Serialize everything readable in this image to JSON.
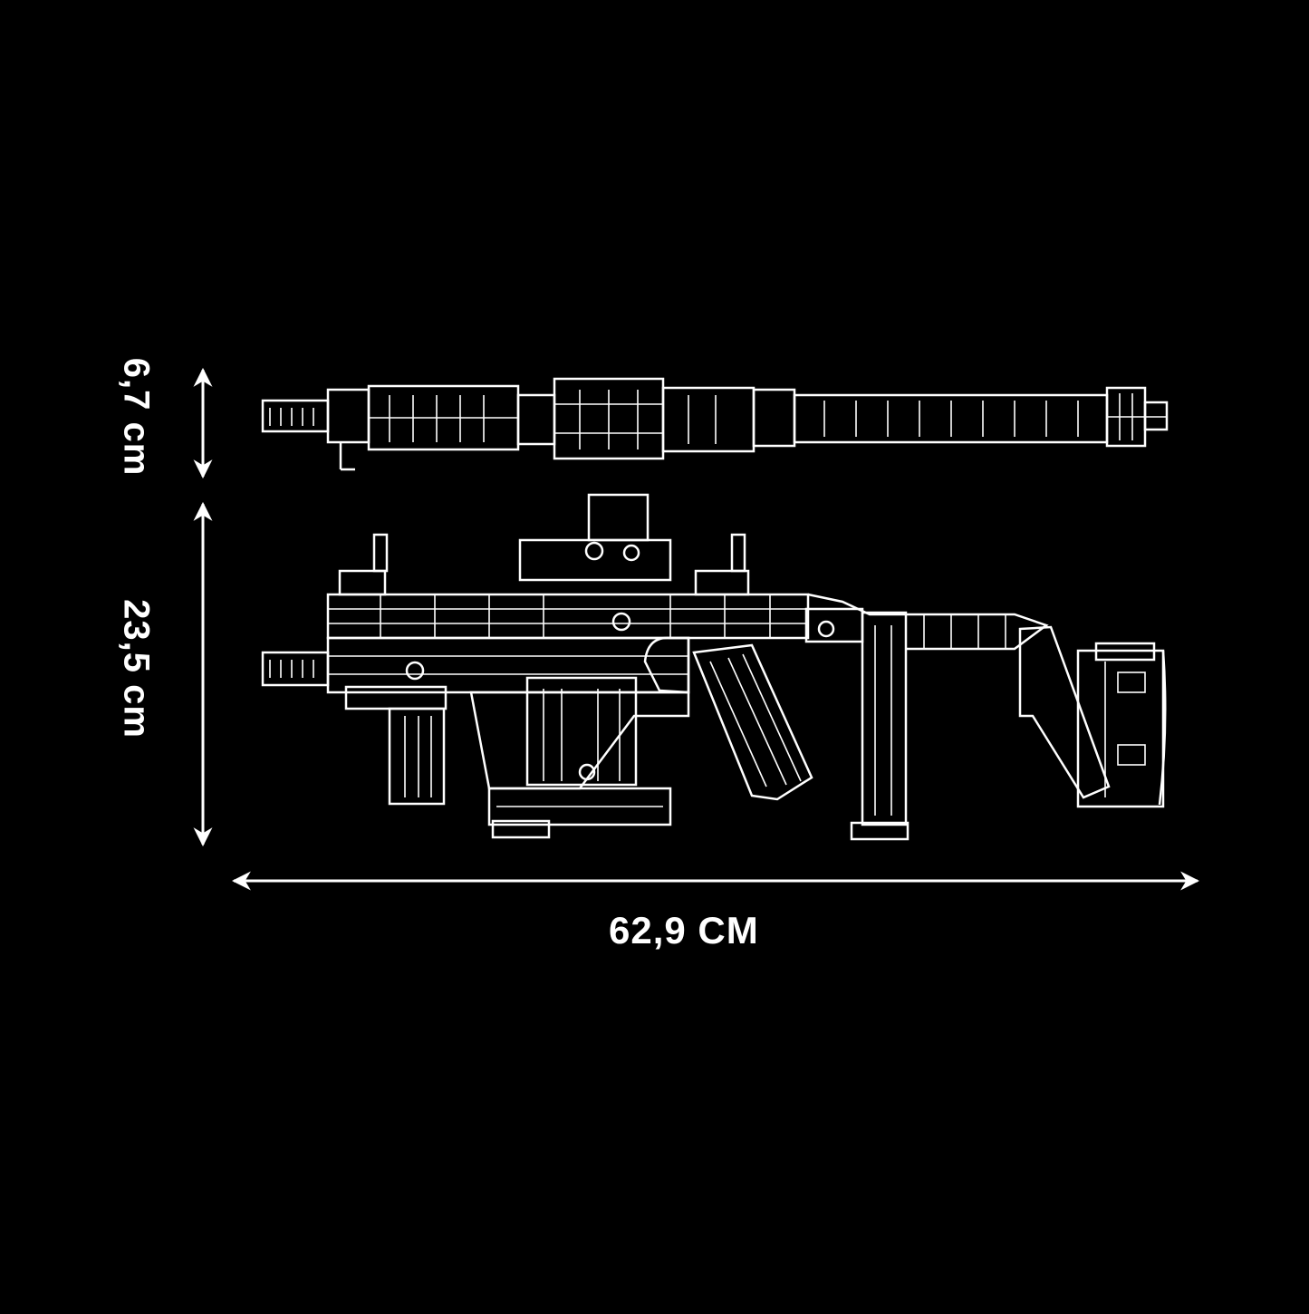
{
  "dimensions": {
    "top_view_height": "6,7 cm",
    "side_view_height": "23,5 cm",
    "overall_length": "62,9 CM"
  },
  "colors": {
    "background": "#000000",
    "lines": "#ffffff"
  }
}
